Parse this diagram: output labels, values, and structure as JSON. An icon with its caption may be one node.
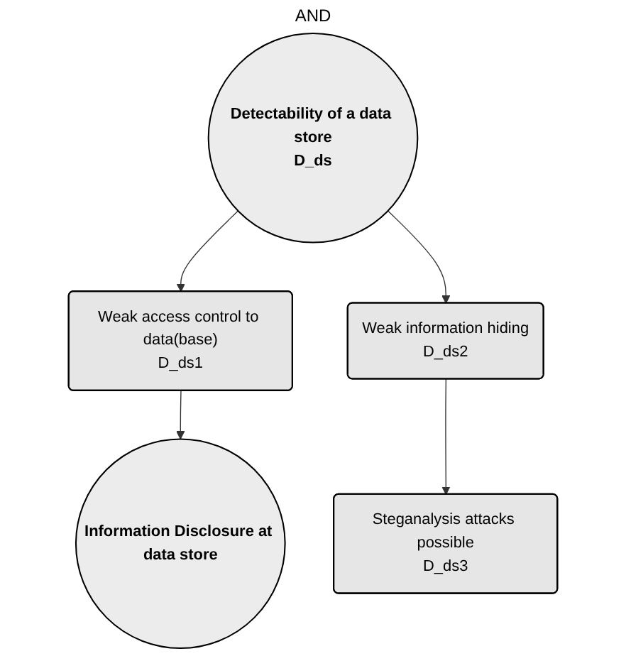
{
  "diagram": {
    "nodes": [
      {
        "text": [
          "Detectability of a data store",
          "D_ds"
        ]
      },
      {
        "text": [
          "Weak access control to data(base)",
          "D_ds1"
        ]
      },
      {
        "text": [
          "Weak information hiding",
          "D_ds2"
        ]
      },
      {
        "text": [
          "Information Disclosure at data store"
        ]
      },
      {
        "text": [
          "Steganalysis attacks possible",
          "D_ds3"
        ]
      }
    ],
    "edges": [
      {
        "from": 0,
        "to": 1,
        "arrow": "to"
      },
      {
        "from": 0,
        "to": 2,
        "arrow": "to"
      },
      {
        "from": 1,
        "to": 3,
        "arrow": "to"
      },
      {
        "from": 2,
        "to": 4,
        "arrow": "to"
      }
    ],
    "labels": [
      "AND"
    ]
  }
}
